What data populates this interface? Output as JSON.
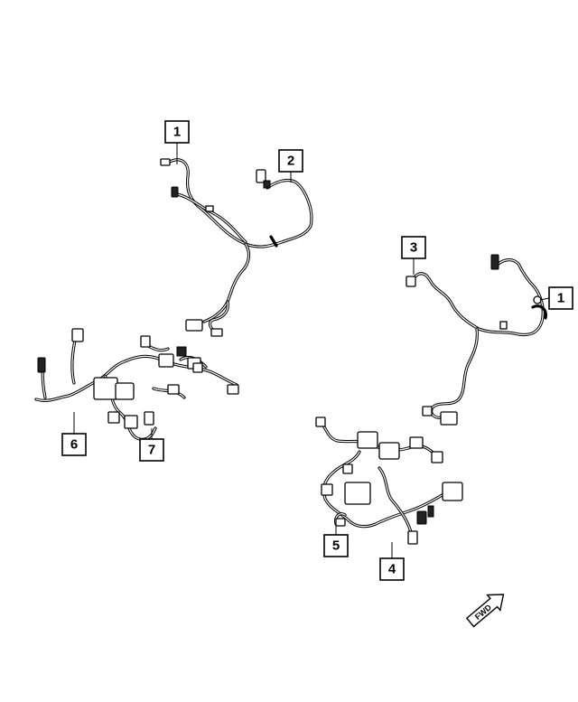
{
  "callouts": [
    {
      "id": "callout-1-upper",
      "label": "1"
    },
    {
      "id": "callout-2",
      "label": "2"
    },
    {
      "id": "callout-3",
      "label": "3"
    },
    {
      "id": "callout-1-right",
      "label": "1"
    },
    {
      "id": "callout-6",
      "label": "6"
    },
    {
      "id": "callout-7",
      "label": "7"
    },
    {
      "id": "callout-5",
      "label": "5"
    },
    {
      "id": "callout-4",
      "label": "4"
    }
  ],
  "direction_arrow": {
    "label": "FWD",
    "icon": "forward-arrow-icon"
  },
  "colors": {
    "line": "#000000",
    "background": "#ffffff"
  }
}
